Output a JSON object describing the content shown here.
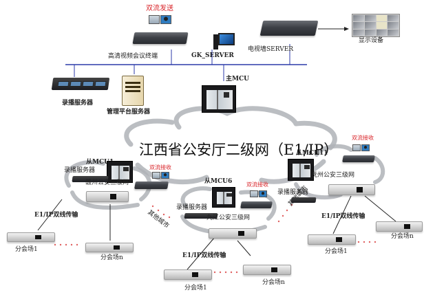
{
  "title": "江西省公安厅二级网（E1/IP）",
  "colors": {
    "bus_line": "#2b3aa8",
    "cloud": "#a9acb2",
    "dual_stream_label": "#d9262b",
    "dots": "#e06060"
  },
  "top_network": {
    "dual_stream_send": "双流发送",
    "hd_terminal": "高清视频会议终端",
    "gk_server": "GK_SERVER",
    "tv_wall_server": "电视墙SERVER",
    "display_device": "显示设备",
    "recording_server": "录播服务器",
    "management_server": "管理平台服务器",
    "main_mcu": "主MCU"
  },
  "sub_networks": [
    {
      "name": "赣州公安三级网",
      "mcu": "从MCU1",
      "recording_server": "录播服务器",
      "dual_stream_receive": "双流接收",
      "link": "E1/IP双线传输",
      "sites": [
        "分会场1",
        "分会场n"
      ]
    },
    {
      "name": "九江公安三级网",
      "mcu": "从MCU6",
      "recording_server": "录播服务器",
      "dual_stream_receive": "双流接收",
      "link": "E1/IP双线传输",
      "sites": [
        "分会场1",
        "分会场n"
      ]
    },
    {
      "name": "抚州公安三级网",
      "mcu": "从MCU11",
      "recording_server": "录播服务器",
      "dual_stream_receive": "双流接收",
      "link": "E1/IP双线传输",
      "sites": [
        "分会场1",
        "分会场n"
      ]
    }
  ],
  "other_cities": [
    "其他城市",
    "其他城市"
  ]
}
